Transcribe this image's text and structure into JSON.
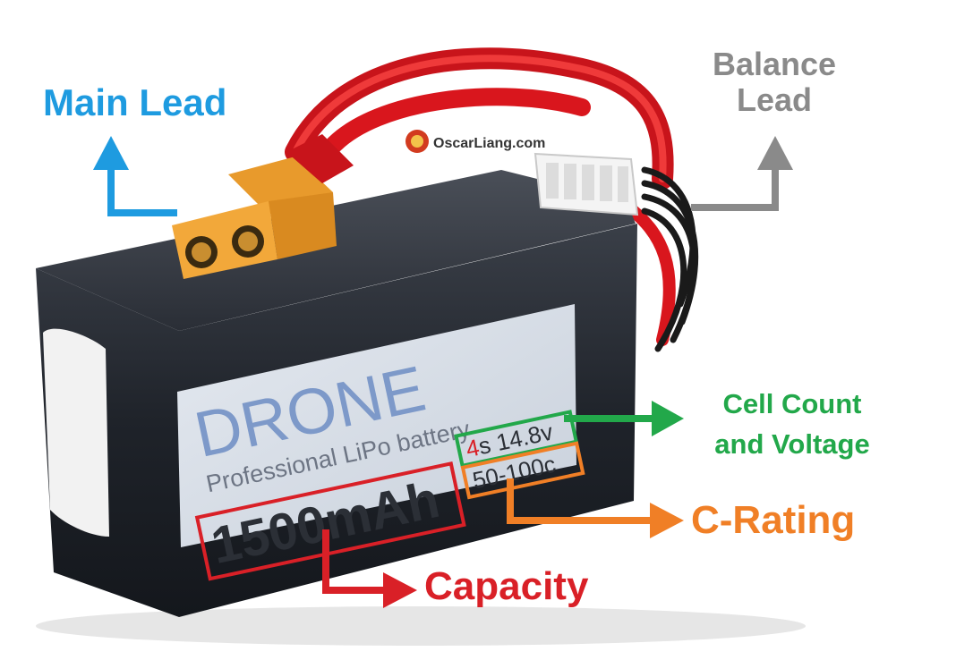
{
  "callouts": {
    "main_lead": "Main Lead",
    "balance_lead": [
      "Balance",
      "Lead"
    ],
    "cell_count": [
      "Cell Count",
      "and Voltage"
    ],
    "c_rating": "C-Rating",
    "capacity": "Capacity"
  },
  "battery_label": {
    "brand": "DRONE",
    "tagline": "Professional LiPo battery",
    "cells": "4",
    "cells_suffix": "s",
    "voltage": "14.8v",
    "c_rating": "50-100c",
    "capacity": "1500mAh"
  },
  "watermark": "OscarLiang.com",
  "colors": {
    "main_lead": "#1e9be0",
    "balance_lead": "#8a8a8a",
    "cell_count": "#22a84a",
    "c_rating": "#f07f26",
    "capacity": "#d92027",
    "battery_body": "#1f232a",
    "label_bg": "#d5dce6",
    "brand_text": "#7d99c9",
    "connector": "#f2a83a",
    "wire_red": "#d9161d"
  }
}
